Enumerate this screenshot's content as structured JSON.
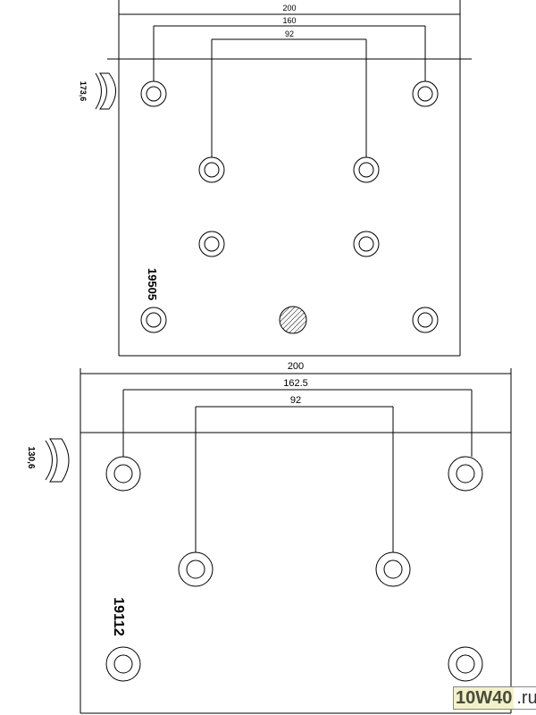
{
  "drawings": [
    {
      "part_number": "19505",
      "radius_label": "173,6",
      "dimensions": {
        "overall": "200",
        "outer_holes": "160",
        "inner_holes": "92"
      }
    },
    {
      "part_number": "19112",
      "radius_label": "130,6",
      "dimensions": {
        "overall": "200",
        "outer_holes": "162.5",
        "inner_holes": "92"
      }
    }
  ],
  "watermark": {
    "brand": "10W40",
    "tld": ".ru"
  }
}
